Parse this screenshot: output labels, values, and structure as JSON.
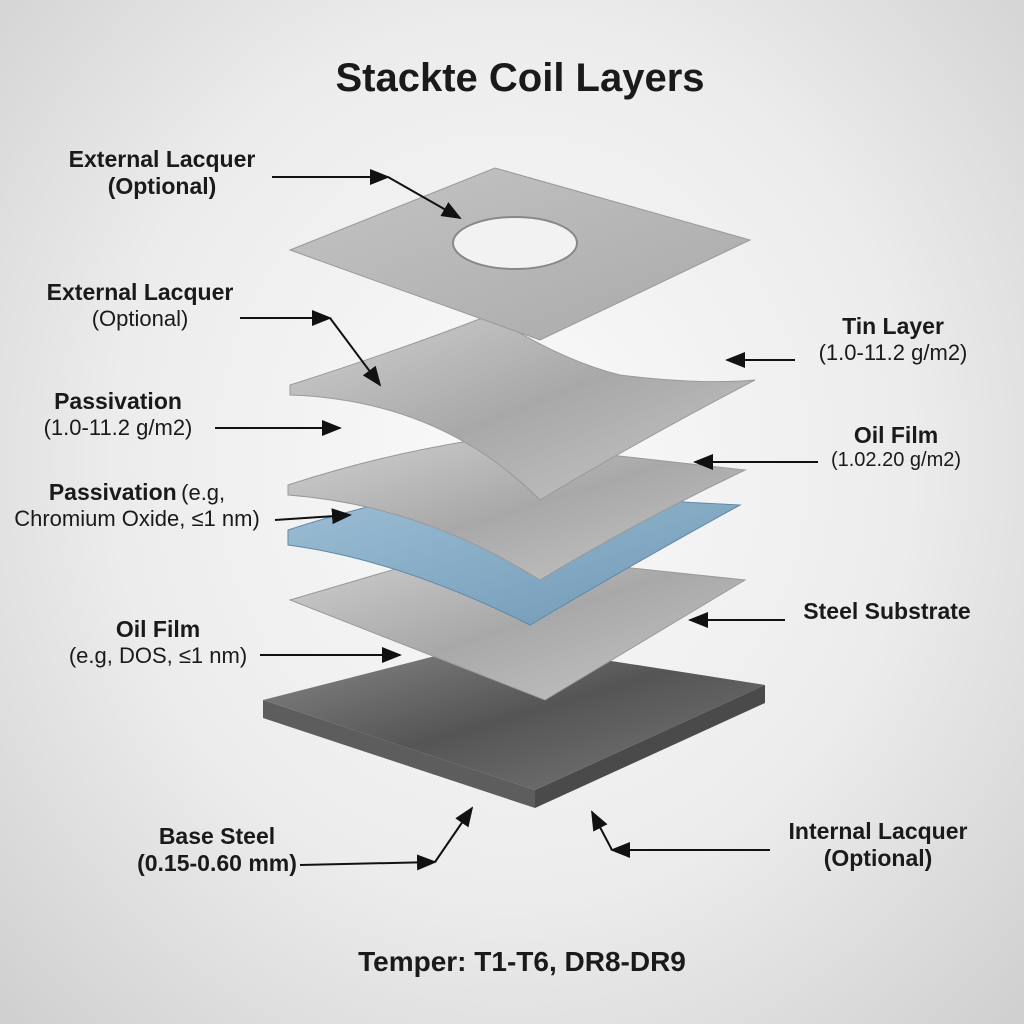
{
  "title": "Stackte Coil Layers",
  "footer": "Temper: T1-T6, DR8-DR9",
  "labels": {
    "ext1": {
      "name": "External Lacquer",
      "detail": "(Optional)"
    },
    "ext2": {
      "name": "External Lacquer",
      "detail": "(Optional)"
    },
    "pass1": {
      "name": "Passivation",
      "detail": "(1.0-11.2 g/m2)"
    },
    "pass2": {
      "name": "Passivation",
      "detail_inline": "(e.g,",
      "detail": "Chromium Oxide, ≤1 nm)"
    },
    "oil_left": {
      "name": "Oil Film",
      "detail": "(e.g, DOS, ≤1 nm)"
    },
    "base": {
      "name": "Base Steel",
      "detail": "(0.15-0.60 mm)"
    },
    "tin": {
      "name": "Tin Layer",
      "detail": "(1.0-11.2 g/m2)"
    },
    "oil_right": {
      "name": "Oil Film",
      "detail": "(1.02.20 g/m2)"
    },
    "substrate": {
      "name": "Steel Substrate"
    },
    "internal": {
      "name": "Internal Lacquer",
      "detail": "(Optional)"
    }
  },
  "colors": {
    "sheet": "#b9b9b9",
    "blue_layer": "#7fa6c2",
    "base": "#6e6e6e",
    "text": "#1a1a1a"
  }
}
